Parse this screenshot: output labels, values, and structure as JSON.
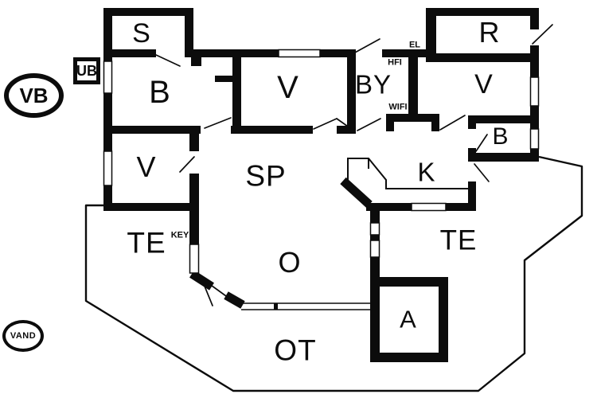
{
  "page": {
    "type": "floor-plan",
    "background_color": "#ffffff",
    "wall_color": "#0c0c0c"
  },
  "rooms": {
    "s": {
      "label": "S"
    },
    "b_top": {
      "label": "B"
    },
    "v_mid": {
      "label": "V"
    },
    "by": {
      "label": "BY"
    },
    "r": {
      "label": "R"
    },
    "v_right": {
      "label": "V"
    },
    "b_right": {
      "label": "B"
    },
    "v_left": {
      "label": "V"
    },
    "sp": {
      "label": "SP"
    },
    "k": {
      "label": "K"
    },
    "te_left": {
      "label": "TE"
    },
    "o": {
      "label": "O"
    },
    "te_right": {
      "label": "TE"
    },
    "a": {
      "label": "A"
    },
    "ot": {
      "label": "OT"
    }
  },
  "annotations": {
    "vb": "VB",
    "ub": "UB",
    "vand": "VAND",
    "el": "EL",
    "hfi": "HFI",
    "wifi": "WIFI",
    "key": "KEY"
  }
}
